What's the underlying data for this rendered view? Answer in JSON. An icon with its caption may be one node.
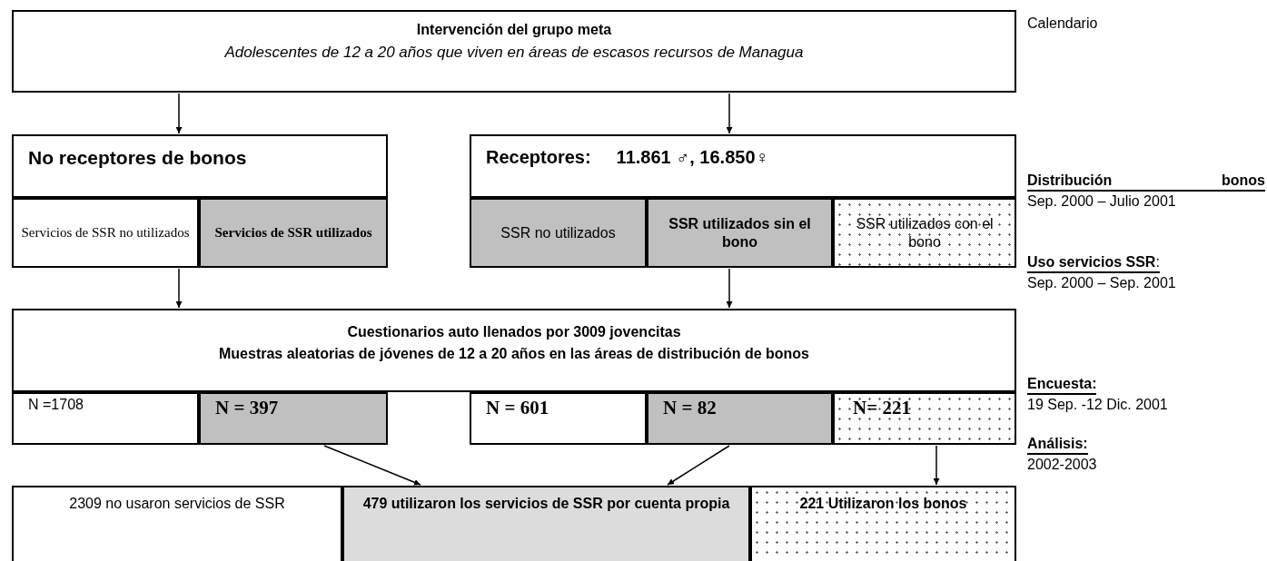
{
  "diagram": {
    "nodes": [
      {
        "text": [
          "Intervención del grupo meta",
          "Adolescentes de 12 a 20 años que viven en áreas de escasos recursos de Managua"
        ]
      },
      {
        "text": [
          "No receptores de bonos"
        ]
      },
      {
        "text": [
          "Servicios de SSR no utilizados"
        ]
      },
      {
        "text": [
          "Servicios de SSR utilizados"
        ]
      },
      {
        "text": [
          "Receptores:",
          "11.861 ♂, 16.850♀"
        ]
      },
      {
        "text": [
          "SSR no utilizados"
        ]
      },
      {
        "text": [
          "SSR utilizados sin el bono"
        ]
      },
      {
        "text": [
          "SSR utilizados con el bono"
        ]
      },
      {
        "text": [
          "Cuestionarios auto llenados por 3009 jovencitas",
          "Muestras aleatorias de jóvenes de 12 a 20 años en las áreas de distribución de bonos"
        ]
      },
      {
        "text": [
          "N =1708"
        ]
      },
      {
        "text": [
          "N = 397"
        ]
      },
      {
        "text": [
          "N = 601"
        ]
      },
      {
        "text": [
          "N = 82"
        ]
      },
      {
        "text": [
          "N= 221"
        ]
      },
      {
        "text": [
          "2309 no usaron servicios de SSR"
        ]
      },
      {
        "text": [
          "479 utilizaron los servicios de SSR por cuenta propia"
        ]
      },
      {
        "text": [
          "221 Utilizaron los bonos"
        ]
      }
    ],
    "edges": [
      {
        "from": 0,
        "to": 1,
        "arrow": "to"
      },
      {
        "from": 0,
        "to": 4,
        "arrow": "to"
      },
      {
        "from": 2,
        "to": 8,
        "arrow": "to"
      },
      {
        "from": 6,
        "to": 8,
        "arrow": "to"
      },
      {
        "from": 10,
        "to": 15,
        "arrow": "to"
      },
      {
        "from": 12,
        "to": 15,
        "arrow": "to"
      },
      {
        "from": 13,
        "to": 16,
        "arrow": "to"
      }
    ],
    "labels": [
      "Calendario",
      "Distribución bonos",
      "Sep. 2000 – Julio 2001",
      "**Uso servicios SSR**:",
      "Sep. 2000 – Sep. 2001",
      "Encuesta:",
      "19 Sep. -12 Dic. 2001",
      "Análisis:",
      "2002-2003"
    ]
  }
}
